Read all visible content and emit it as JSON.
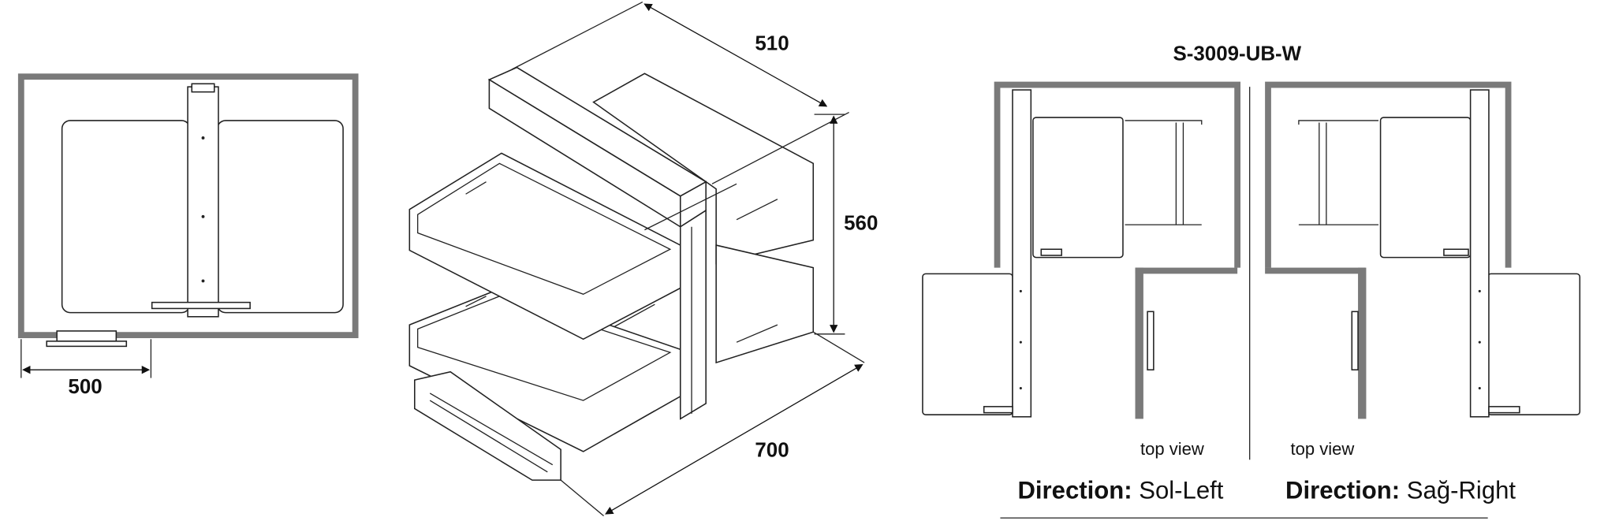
{
  "model_code": "S-3009-UB-W",
  "dimensions": {
    "width": "500",
    "depth": "510",
    "height": "560",
    "length": "700"
  },
  "views": [
    {
      "caption": "top view",
      "direction_label": "Direction:",
      "direction_value": "Sol-Left"
    },
    {
      "caption": "top view",
      "direction_label": "Direction:",
      "direction_value": "Sağ-Right"
    }
  ],
  "colors": {
    "cabinet_wall": "#7a7a7a",
    "line": "#222222"
  }
}
